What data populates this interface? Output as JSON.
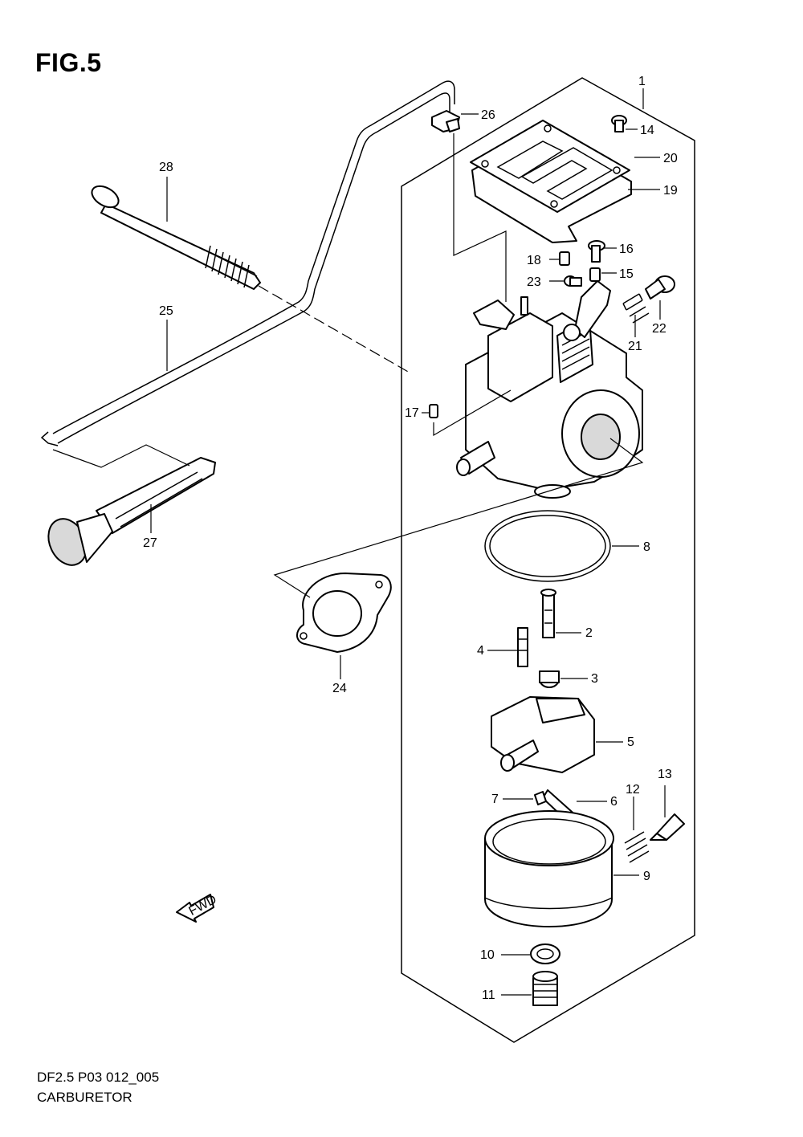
{
  "figure_title": "FIG.5",
  "footer": {
    "code": "DF2.5 P03 012_005",
    "name": "CARBURETOR"
  },
  "fwd_label": "FWD",
  "callouts": [
    "1",
    "2",
    "3",
    "4",
    "5",
    "6",
    "7",
    "8",
    "9",
    "10",
    "11",
    "12",
    "13",
    "14",
    "15",
    "16",
    "17",
    "18",
    "19",
    "20",
    "21",
    "22",
    "23",
    "24",
    "25",
    "26",
    "27",
    "28"
  ]
}
